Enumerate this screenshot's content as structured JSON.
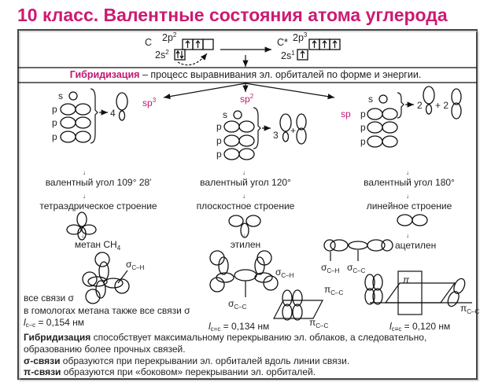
{
  "title": "10 класс.  Валентные состояния атома углерода",
  "top": {
    "ground_atom": "C",
    "p_level": "2p",
    "p_level_sup": "2",
    "s_level": "2s",
    "s_level_sup": "2",
    "excited_atom": "C*",
    "p_level_excited": "2p",
    "p_level_excited_sup": "3",
    "s_level_excited": "2s",
    "s_level_excited_sup": "1"
  },
  "definition": {
    "term": "Гибридизация",
    "text": " – процесс выравнивания эл. орбиталей по форме и энергии."
  },
  "columns": {
    "sp3": {
      "label": "sp",
      "label_sup": "3",
      "count": "4",
      "angle": "валентный угол 109° 28′",
      "structure": "тетраэдрическое строение",
      "molecule": "метан CH",
      "molecule_sub": "4",
      "sigma_ch": "σ",
      "sigma_ch_sub": "C–H",
      "note1": "все связи σ",
      "note2": "в гомологах метана также все связи σ",
      "length_l": "l",
      "length_sub": "c–c",
      "length_value": " = 0,154 нм"
    },
    "sp2": {
      "label": "sp",
      "label_sup": "2",
      "count1": "3",
      "plus": "+",
      "angle": "валентный угол 120°",
      "structure": "плоскостное строение",
      "molecule": "этилен",
      "sigma_ch": "σ",
      "sigma_ch_sub": "C–H",
      "sigma_cc": "σ",
      "sigma_cc_sub": "C–C",
      "pi_cc": "π",
      "pi_cc_sub": "C–C",
      "length_l": "l",
      "length_sub": "c=c",
      "length_value": " = 0,134 нм"
    },
    "sp": {
      "label": "sp",
      "count1": "2",
      "plus": "+ 2",
      "angle": "валентный угол 180°",
      "structure": "линейное строение",
      "molecule": "ацетилен",
      "sigma_ch": "σ",
      "sigma_ch_sub": "C–H",
      "sigma_cc": "σ",
      "sigma_cc_sub": "C–C",
      "pi_left": "π",
      "pi_left_sub": "C–C",
      "pi_right": "π",
      "pi_right_sub": "C–C",
      "pi_small": "π",
      "length_l": "l",
      "length_sub": "c≡c",
      "length_value": " = 0,120 нм"
    }
  },
  "orbital_labels": {
    "s": "s",
    "p": "p"
  },
  "footer": {
    "line1_term": "Гибридизация",
    "line1_text": " способствует максимальному перекрыванию эл. облаков, а следовательно,",
    "line2_text": "образованию более прочных связей.",
    "line3_term": "σ-связи",
    "line3_text": " образуются при перекрывании эл. орбиталей вдоль линии связи.",
    "line4_term": "π-связи",
    "line4_text": " образуются при «боковом» перекрывании эл. орбиталей."
  },
  "colors": {
    "accent": "#cc1a72",
    "border": "#555555"
  }
}
